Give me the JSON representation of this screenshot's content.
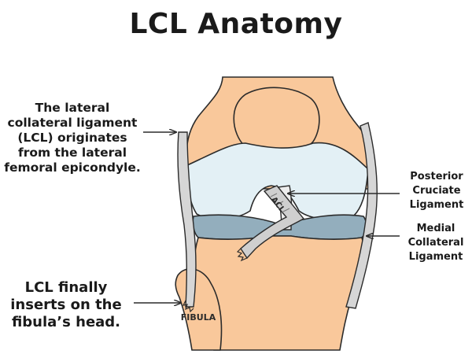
{
  "title": "LCL Anatomy",
  "callouts": {
    "lcl_origin": "The lateral collateral ligament (LCL) originates from the lateral femoral epicondyle.",
    "lcl_insert": "LCL finally inserts on the fibula’s head.",
    "pcl": "Posterior Cruciate Ligament",
    "mcl": "Medial Collateral Ligament"
  },
  "structure_labels": {
    "acl": "ACL",
    "fibula": "FIBULA"
  },
  "colors": {
    "bone": "#f9c89b",
    "cartilage": "#e3f0f5",
    "meniscus": "#93aebd",
    "ligament": "#d6d6d6",
    "outline": "#2b2b2b"
  }
}
